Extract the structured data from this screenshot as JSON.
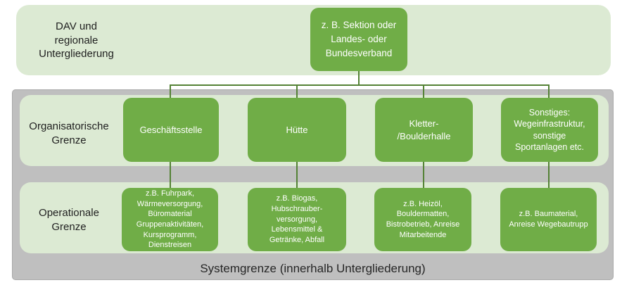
{
  "diagram": {
    "top": {
      "label": "DAV und\nregionale\nUntergliederung",
      "root_box": "z. B. Sektion oder\nLandes- oder\nBundesverband"
    },
    "organisational": {
      "label": "Organisatorische\nGrenze",
      "boxes": [
        "Geschäftsstelle",
        "Hütte",
        "Kletter-\n/Boulderhalle",
        "Sonstiges:\nWegeinfrastruktur,\nsonstige\nSportanlagen etc."
      ]
    },
    "operational": {
      "label": "Operationale\nGrenze",
      "boxes": [
        "z.B. Fuhrpark,\nWärmeversorgung,\nBüromaterial\nGruppenaktivitäten,\nKursprogramm,\nDienstreisen",
        "z.B. Biogas,\nHubschrauber-\nversorgung,\nLebensmittel &\nGetränke, Abfall",
        "z.B. Heizöl,\nBouldermatten,\nBistrobetrieb, Anreise\nMitarbeitende",
        "z.B. Baumaterial,\nAnreise Wegebautrupp"
      ]
    },
    "footer": "Systemgrenze (innerhalb Untergliederung)"
  },
  "colors": {
    "box_green": "#70ad47",
    "panel_light_green": "#dcead3",
    "band_gray": "#bfbfbf",
    "connector_green": "#548235"
  }
}
